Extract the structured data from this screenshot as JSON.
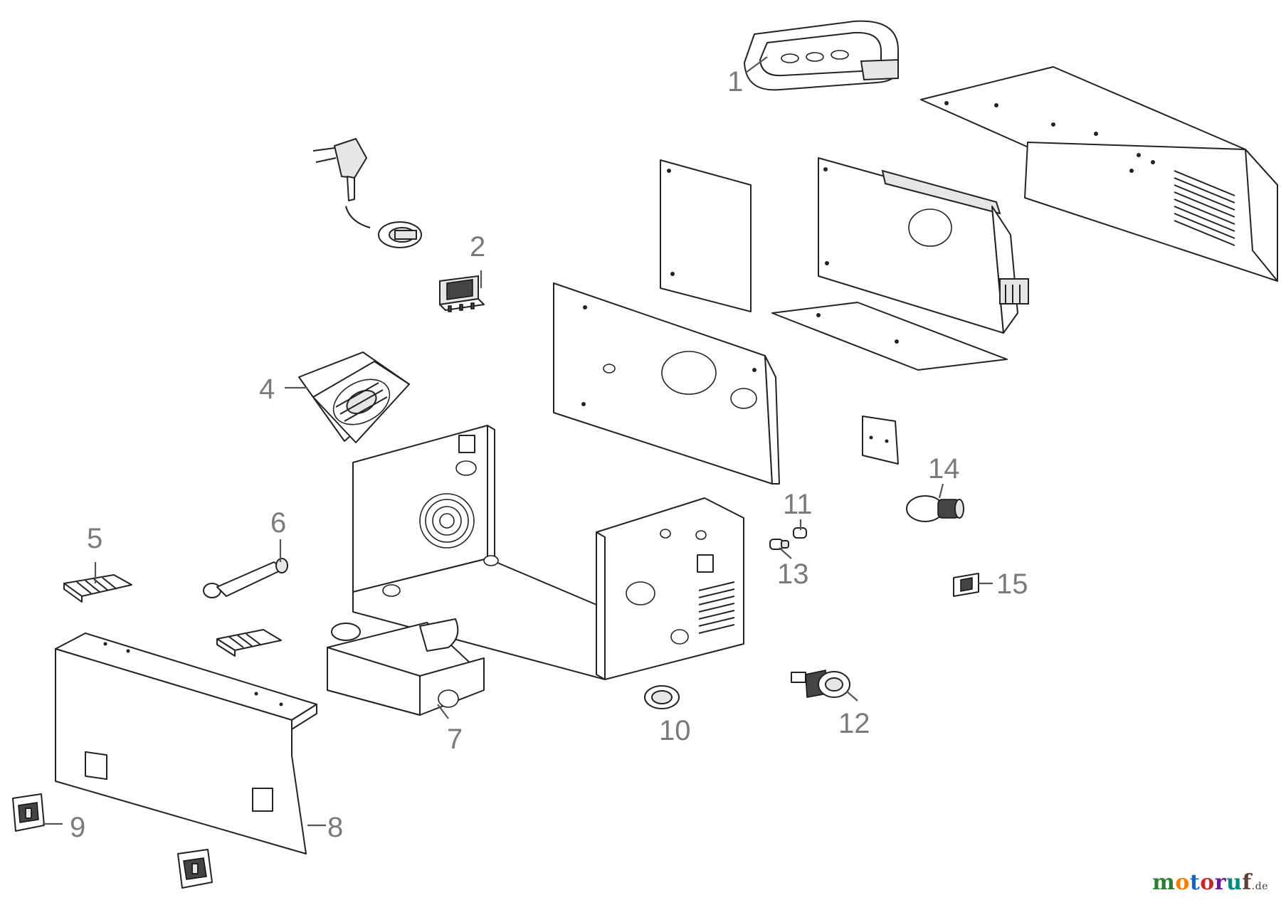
{
  "callouts": [
    "1",
    "2",
    "4",
    "5",
    "6",
    "7",
    "8",
    "9",
    "10",
    "11",
    "12",
    "13",
    "14",
    "15"
  ],
  "watermark": {
    "letters": [
      "m",
      "o",
      "t",
      "o",
      "r",
      "u",
      "f"
    ],
    "letter_colors": [
      "#2e7d32",
      "#f57c00",
      "#1565c0",
      "#c62828",
      "#6a1b9a",
      "#00897b",
      "#5d4037"
    ],
    "tld": ".de"
  }
}
